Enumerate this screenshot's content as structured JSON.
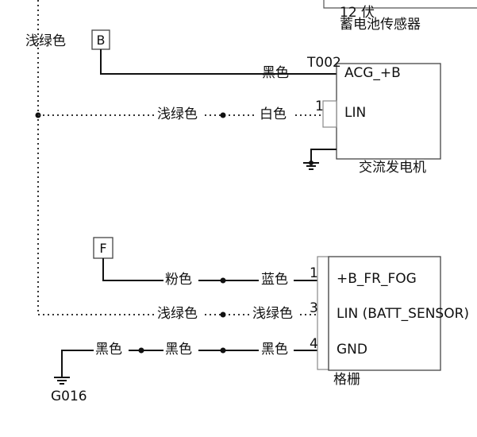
{
  "components": {
    "battery_sensor": {
      "label_line1": "12 伏",
      "label_line2": "蓄电池传感器"
    },
    "alternator": {
      "code": "T002",
      "name": "交流发电机",
      "pins": [
        {
          "number": "",
          "name": "ACG_+B"
        },
        {
          "number": "1",
          "name": "LIN"
        }
      ]
    },
    "grille": {
      "name": "格栅",
      "pins": [
        {
          "number": "1",
          "name": "+B_FR_FOG"
        },
        {
          "number": "3",
          "name": "LIN (BATT_SENSOR)"
        },
        {
          "number": "4",
          "name": "GND"
        }
      ]
    }
  },
  "connectors": {
    "b": "B",
    "f": "F"
  },
  "ground": {
    "label": "G016"
  },
  "wire_colors": {
    "left_trunk": "浅绿色",
    "acg_in": "黑色",
    "lin_left": "浅绿色",
    "lin_right": "白色",
    "fog_left": "粉色",
    "fog_right": "蓝色",
    "sensor_left": "浅绿色",
    "sensor_right": "浅绿色",
    "gnd_left": "黑色",
    "gnd_mid": "黑色",
    "gnd_right": "黑色"
  }
}
